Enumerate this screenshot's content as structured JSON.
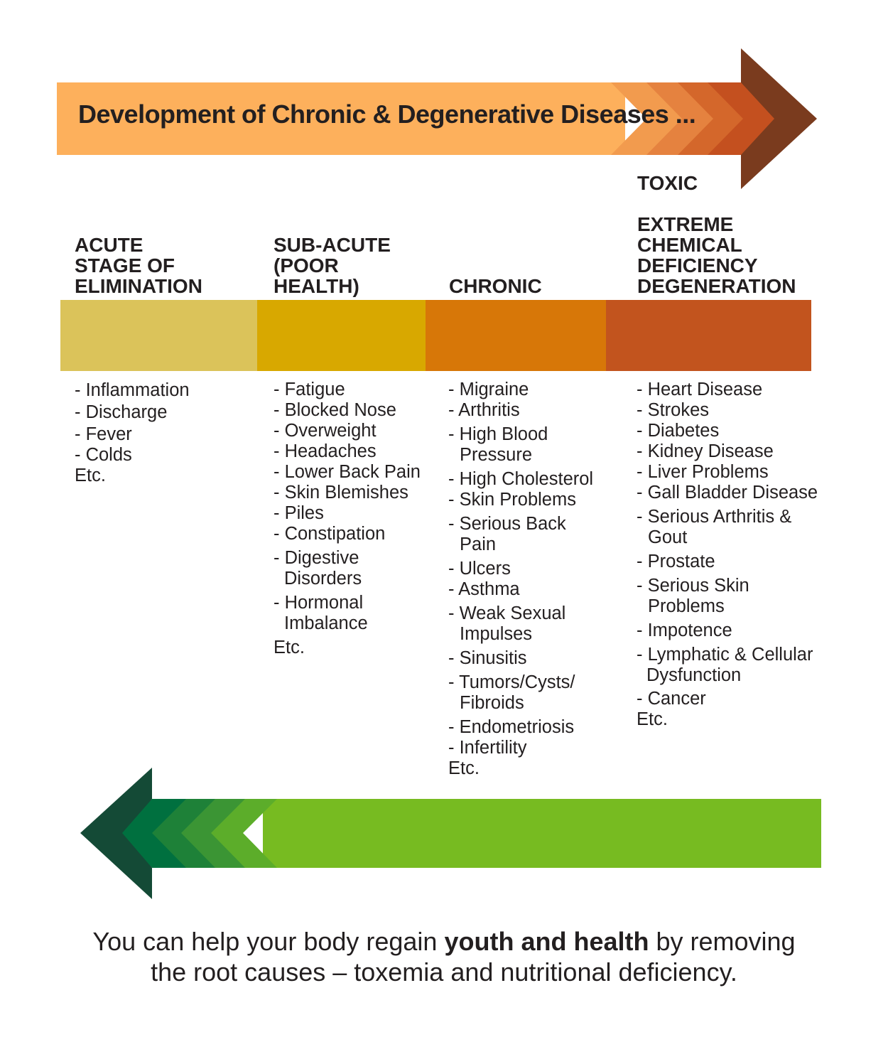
{
  "title": "Development of Chronic & Degenerative Diseases ...",
  "colors": {
    "title_arrow": "#fdb05c",
    "title_arrow_chevrons": [
      "#f29b4e",
      "#e5823f",
      "#d4672b",
      "#c4501f",
      "#7a3b1e"
    ],
    "bar_acute": "#dbc35a",
    "bar_subacute": "#d8a800",
    "bar_chronic": "#d77708",
    "bar_toxic": "#c2541e",
    "bottom_arrow": "#77bb21",
    "bottom_arrow_chevrons": [
      "#5cad2a",
      "#3b9534",
      "#1e8138",
      "#00703f",
      "#144a36"
    ]
  },
  "stages": [
    {
      "heading": [
        "ACUTE",
        "STAGE OF",
        "ELIMINATION"
      ],
      "symptoms": [
        "- Inflammation",
        "- Discharge",
        "- Fever",
        "- Colds"
      ],
      "etc": "Etc."
    },
    {
      "heading": [
        "SUB-ACUTE",
        "(POOR",
        "HEALTH)"
      ],
      "symptoms": [
        "- Fatigue",
        "- Blocked Nose",
        "- Overweight",
        "- Headaches",
        "- Lower Back Pain",
        "- Skin Blemishes",
        "- Piles",
        "- Constipation",
        "- Digestive",
        "Disorders",
        "- Hormonal",
        "Imbalance"
      ],
      "etc": "Etc."
    },
    {
      "heading": [
        "CHRONIC"
      ],
      "symptoms": [
        "- Migraine",
        "- Arthritis",
        "- High Blood",
        "Pressure",
        "- High Cholesterol",
        "- Skin Problems",
        "- Serious Back",
        "Pain",
        "- Ulcers",
        "- Asthma",
        "- Weak Sexual",
        "Impulses",
        "- Sinusitis",
        "- Tumors/Cysts/",
        "Fibroids",
        "- Endometriosis",
        "- Infertility"
      ],
      "etc": "Etc."
    },
    {
      "heading": [
        "TOXIC",
        "EXTREME",
        "CHEMICAL",
        "DEFICIENCY",
        "DEGENERATION"
      ],
      "symptoms": [
        "- Heart Disease",
        "- Strokes",
        "- Diabetes",
        "- Kidney Disease",
        "- Liver Problems",
        "- Gall Bladder Disease",
        "- Serious Arthritis &",
        "Gout",
        "- Prostate",
        "- Serious Skin",
        "Problems",
        "- Impotence",
        "- Lymphatic & Cellular",
        "Dysfunction",
        "- Cancer"
      ],
      "etc": "Etc."
    }
  ],
  "footer": {
    "part1": "You can help your body regain ",
    "bold": "youth and health",
    "part2": " by removing",
    "line2": "the root causes – toxemia and nutritional deficiency."
  }
}
